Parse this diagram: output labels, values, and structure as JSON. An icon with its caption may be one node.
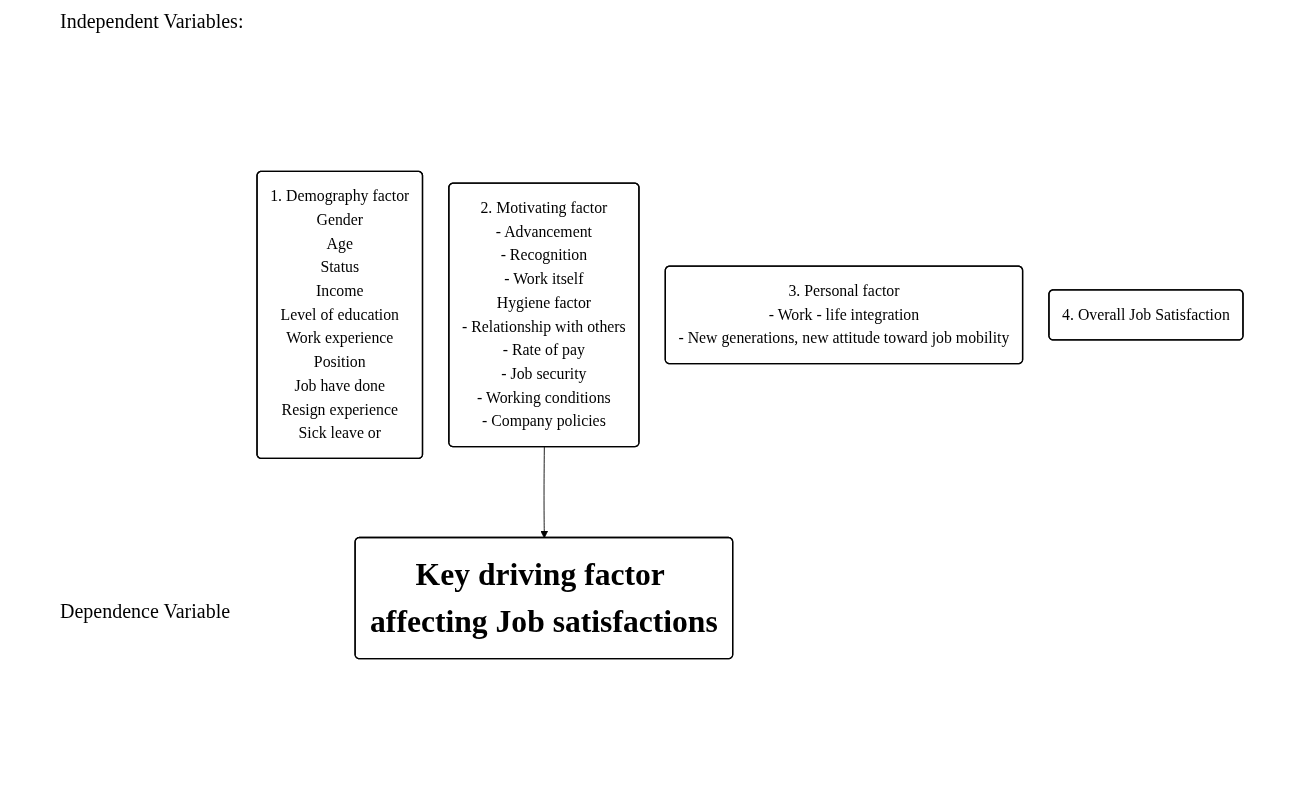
{
  "diagram": {
    "nodes": [
      {
        "text": [
          "1. Demography factor",
          "Gender",
          "Age",
          "Status",
          "Income",
          "Level of education",
          "Work experience",
          "Position",
          "Job have done",
          "Resign experience",
          "Sick leave or"
        ]
      },
      {
        "text": [
          "2. Motivating factor",
          "- Advancement",
          "- Recognition",
          "- Work itself",
          "Hygiene factor",
          "- Relationship with others",
          "- Rate of pay",
          "- Job security",
          "- Working conditions",
          "- Company policies"
        ]
      },
      {
        "text": [
          "3. Personal factor",
          "- Work - life integration",
          "- New generations, new attitude toward job mobility"
        ]
      },
      {
        "text": [
          "4. Overall Job Satisfaction"
        ]
      },
      {
        "text": [
          "Key driving factor affecting Job satisfactions"
        ]
      }
    ],
    "edges": [
      {
        "from": 1,
        "to": 4,
        "arrow": "to"
      }
    ],
    "labels": [
      "Independent Variables:",
      "Dependence Variable"
    ]
  }
}
